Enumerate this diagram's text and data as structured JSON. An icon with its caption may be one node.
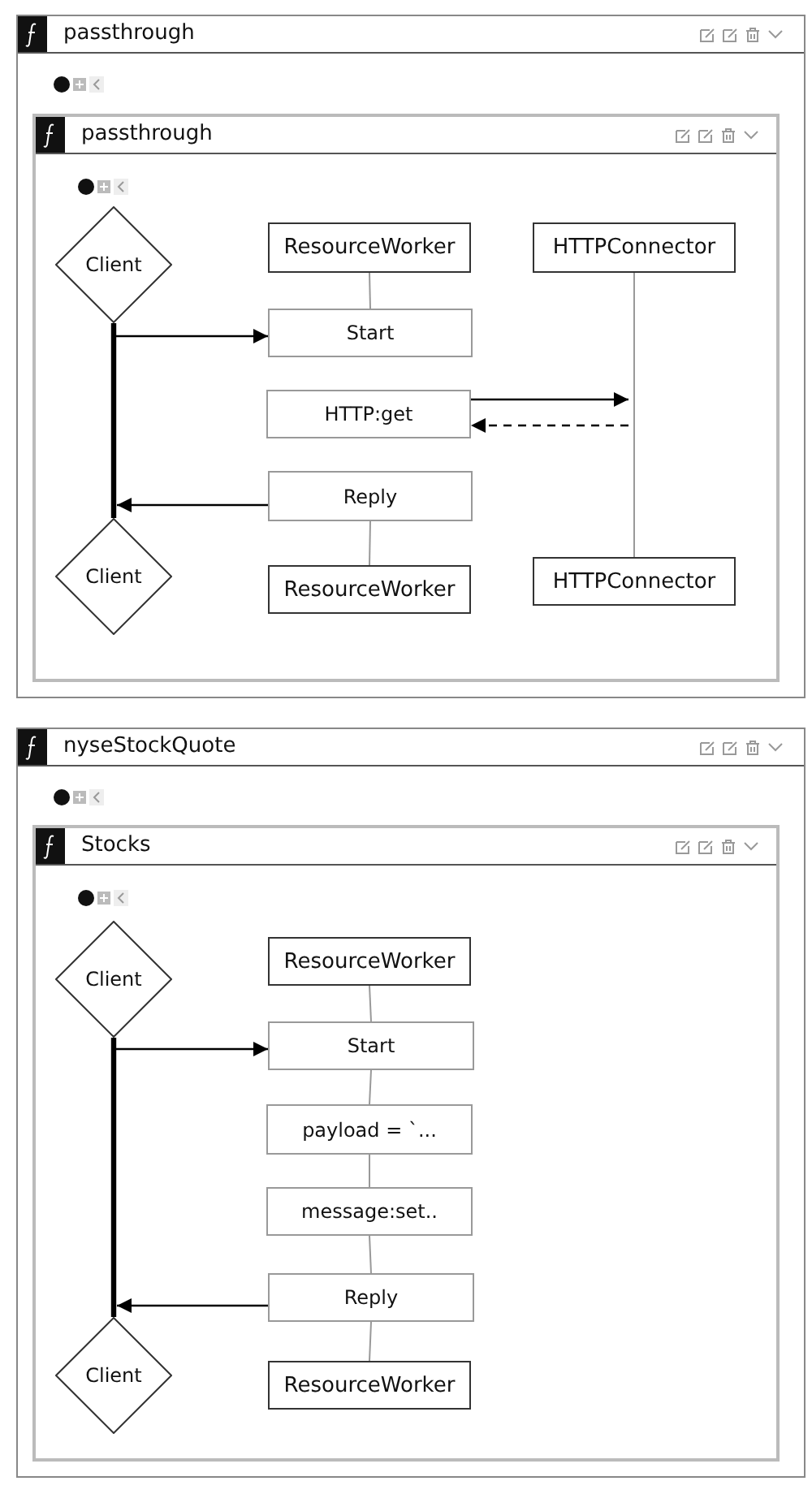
{
  "diagram": {
    "nodes": [
      {
        "text": [
          "passthrough"
        ]
      },
      {
        "text": [
          "passthrough"
        ],
        "in": 0
      },
      {
        "text": [
          "Client"
        ],
        "in": 1
      },
      {
        "text": [
          "ResourceWorker"
        ],
        "in": 1
      },
      {
        "text": [
          "HTTPConnector"
        ],
        "in": 1
      },
      {
        "text": [
          "Start"
        ],
        "in": 1
      },
      {
        "text": [
          "HTTP:get"
        ],
        "in": 1
      },
      {
        "text": [
          "Reply"
        ],
        "in": 1
      },
      {
        "text": [
          "Client"
        ],
        "in": 1
      },
      {
        "text": [
          "ResourceWorker"
        ],
        "in": 1
      },
      {
        "text": [
          "HTTPConnector"
        ],
        "in": 1
      },
      {
        "text": [
          "nyseStockQuote"
        ]
      },
      {
        "text": [
          "Stocks"
        ],
        "in": 11
      },
      {
        "text": [
          "Client"
        ],
        "in": 12
      },
      {
        "text": [
          "ResourceWorker"
        ],
        "in": 12
      },
      {
        "text": [
          "Start"
        ],
        "in": 12
      },
      {
        "text": [
          "payload = `..."
        ],
        "in": 12
      },
      {
        "text": [
          "message:set.."
        ],
        "in": 12
      },
      {
        "text": [
          "Reply"
        ],
        "in": 12
      },
      {
        "text": [
          "Client"
        ],
        "in": 12
      },
      {
        "text": [
          "ResourceWorker"
        ],
        "in": 12
      }
    ],
    "edges": [
      {
        "from": 2,
        "to": 8,
        "arrow": "none",
        "style": "thick"
      },
      {
        "from": 3,
        "to": 5,
        "arrow": "none",
        "color": "#999999"
      },
      {
        "from": 4,
        "to": 10,
        "arrow": "none",
        "color": "#999999"
      },
      {
        "from": 2,
        "to": 5,
        "arrow": "to"
      },
      {
        "from": 6,
        "to": null,
        "arrow": "to"
      },
      {
        "from": null,
        "to": 6,
        "arrow": "to",
        "style": "dashed"
      },
      {
        "from": 7,
        "to": 8,
        "arrow": "to"
      },
      {
        "from": 7,
        "to": 9,
        "arrow": "none",
        "color": "#999999"
      },
      {
        "from": 13,
        "to": 19,
        "arrow": "none",
        "style": "thick"
      },
      {
        "from": 14,
        "to": 15,
        "arrow": "none",
        "color": "#999999"
      },
      {
        "from": 13,
        "to": 15,
        "arrow": "to"
      },
      {
        "from": 15,
        "to": 16,
        "arrow": "none",
        "color": "#999999"
      },
      {
        "from": 16,
        "to": 17,
        "arrow": "none",
        "color": "#999999"
      },
      {
        "from": 17,
        "to": 18,
        "arrow": "none",
        "color": "#999999"
      },
      {
        "from": 18,
        "to": 19,
        "arrow": "to"
      },
      {
        "from": 18,
        "to": 20,
        "arrow": "none",
        "color": "#999999"
      }
    ]
  }
}
